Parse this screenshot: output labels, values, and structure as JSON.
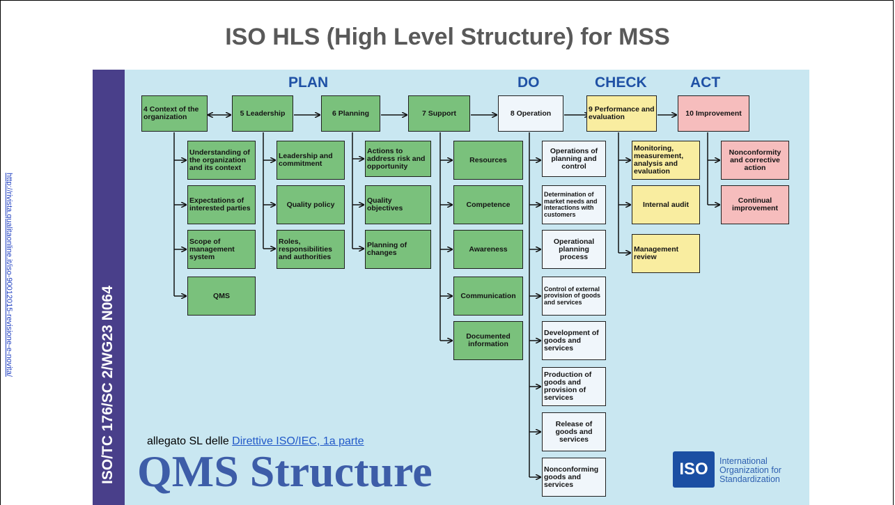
{
  "slide": {
    "title": "ISO HLS (High Level Structure) for MSS",
    "side_link": "http://rivista.qualitaonline.it/iso-90012015-revisione-e-novita/",
    "caption_text": "allegato SL delle ",
    "caption_link": "Direttive ISO/IEC, 1a parte"
  },
  "diagram": {
    "vertical_label": "ISO/TC 176/SC 2/WG23 N064",
    "phases": {
      "plan": "PLAN",
      "do": "DO",
      "check": "CHECK",
      "act": "ACT"
    },
    "clauses": {
      "c4": "4 Context of the organization",
      "c5": "5 Leadership",
      "c6": "6 Planning",
      "c7": "7 Support",
      "c8": "8 Operation",
      "c9": "9 Performance and evaluation",
      "c10": "10 Improvement"
    },
    "c4_items": [
      "Understanding of the organization and its context",
      "Expectations of interested parties",
      "Scope of management system",
      "QMS"
    ],
    "c5_items": [
      "Leadership and commitment",
      "Quality policy",
      "Roles, responsibilities and authorities"
    ],
    "c6_items": [
      "Actions to address risk and opportunity",
      "Quality objectives",
      "Planning of changes"
    ],
    "c7_items": [
      "Resources",
      "Competence",
      "Awareness",
      "Communication",
      "Documented information"
    ],
    "c8_items": [
      "Operations of planning and control",
      "Determination of market needs and interactions with customers",
      "Operational planning process",
      "Control of external provision of goods and services",
      "Development of goods and services",
      "Production of goods and provision of services",
      "Release of goods and services",
      "Nonconforming goods and services"
    ],
    "c9_items": [
      "Monitoring, measurement, analysis and evaluation",
      "Internal audit",
      "Management review"
    ],
    "c10_items": [
      "Nonconformity and corrective action",
      "Continual improvement"
    ],
    "footer_title": "QMS Structure",
    "iso_logo": "ISO",
    "iso_org": [
      "International",
      "Organization for",
      "Standardization"
    ]
  },
  "colors": {
    "panel": "#c9e7f1",
    "plan_box": "#7ac17c",
    "do_box": "#f0f6fb",
    "check_box": "#f9eda0",
    "act_box": "#f6bdbd",
    "phase_text": "#1f51a5",
    "vertical_bar": "#493f8a"
  }
}
